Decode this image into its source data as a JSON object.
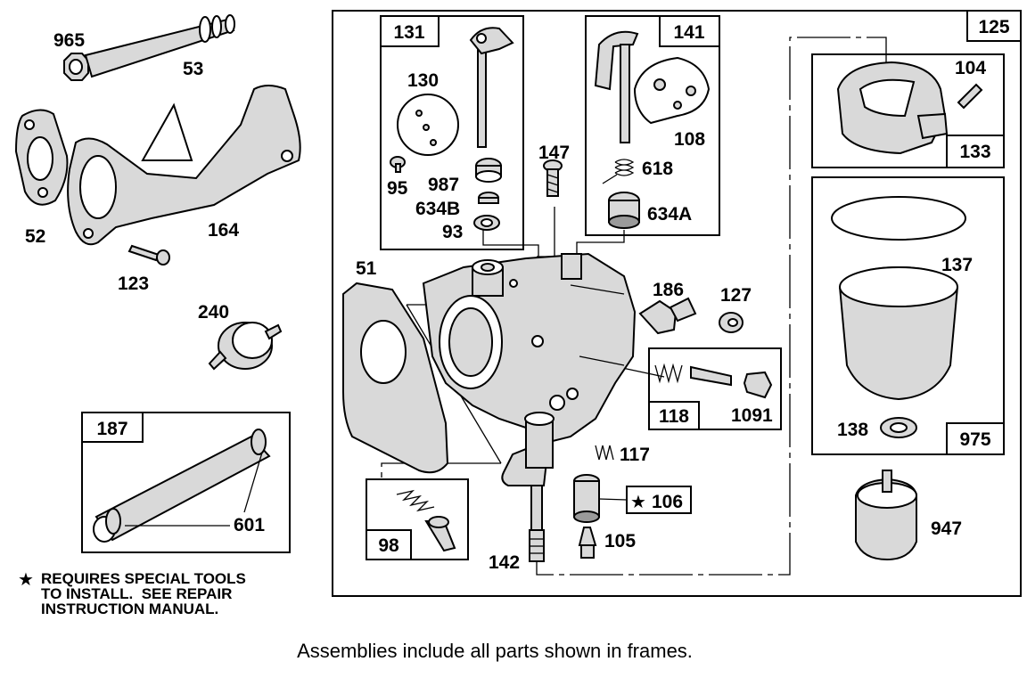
{
  "diagram": {
    "labels": {
      "p965": "965",
      "p53": "53",
      "p52": "52",
      "p164": "164",
      "p123": "123",
      "p240": "240",
      "p51": "51",
      "p130": "130",
      "p95": "95",
      "p987": "987",
      "p634b": "634B",
      "p93": "93",
      "p147": "147",
      "p618": "618",
      "p108": "108",
      "p634a": "634A",
      "p186": "186",
      "p127": "127",
      "p1091": "1091",
      "p117": "117",
      "p105": "105",
      "p142": "142",
      "p601": "601",
      "p104": "104",
      "p137": "137",
      "p138": "138",
      "p947": "947",
      "p106": "106"
    },
    "frames": {
      "f125": "125",
      "f131": "131",
      "f141": "141",
      "f133": "133",
      "f975": "975",
      "f118": "118",
      "f98": "98",
      "f187": "187"
    },
    "star_symbol": "★",
    "note": "REQUIRES SPECIAL TOOLS\nTO INSTALL.  SEE REPAIR\nINSTRUCTION MANUAL.",
    "caption": "Assemblies include all parts shown in frames."
  }
}
